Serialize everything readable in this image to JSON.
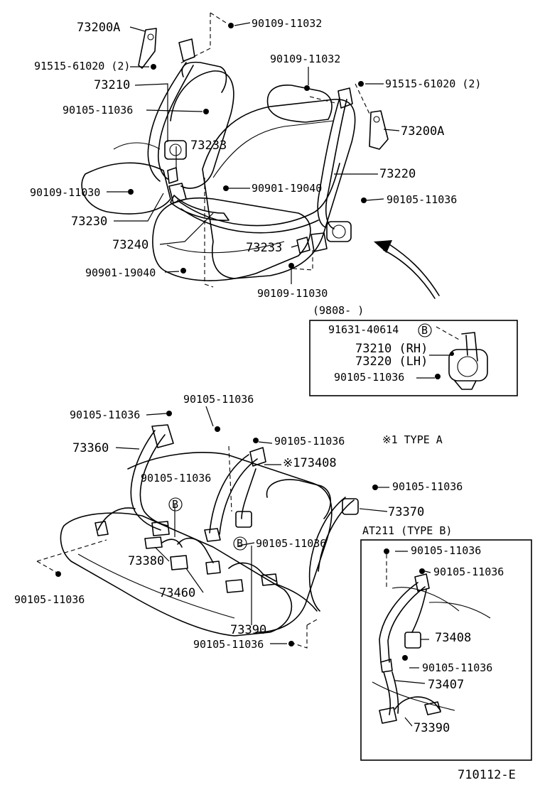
{
  "labels": {
    "front_left": {
      "p73200A": "73200A",
      "p91515": "91515-61020 (2)",
      "p73210": "73210",
      "p90105a": "90105-11036",
      "p73233": "73233",
      "p90109a": "90109-11030",
      "p73230": "73230",
      "p73240": "73240",
      "p90901b": "90901-19040"
    },
    "front_center": {
      "p90109top": "90109-11032",
      "p90109left": "90109-11032",
      "p90901a": "90901-19040",
      "p73233b": "73233",
      "p90109b": "90109-11030"
    },
    "front_right": {
      "p91515r": "91515-61020 (2)",
      "p73200Ar": "73200A",
      "p73220": "73220",
      "p90105r": "90105-11036"
    },
    "inset": {
      "title": "(9808-      )",
      "p91631": "91631-40614",
      "p73210rh": "73210 (RH)",
      "p73220lh": "73220 (LH)",
      "p90105": "90105-11036",
      "marker": "B"
    },
    "rear": {
      "p90105a": "90105-11036",
      "p90105b": "90105-11036",
      "p73360": "73360",
      "p90105c": "90105-11036",
      "p173408": "※173408",
      "type_a": "※1  TYPE  A",
      "p90105d": "90105-11036",
      "p90105e": "90105-11036",
      "p73370": "73370",
      "p90105f": "90105-11036",
      "p73380": "73380",
      "p73460": "73460",
      "p90105g": "90105-11036",
      "p73390": "73390",
      "p90105h": "90105-11036",
      "marker1": "B",
      "marker2": "B"
    },
    "type_b": {
      "title": "AT211 (TYPE  B)",
      "p90105a": "90105-11036",
      "p90105b": "90105-11036",
      "p73408": "73408",
      "p90105c": "90105-11036",
      "p73407": "73407",
      "p73390": "73390"
    },
    "footer_code": "710112-E"
  }
}
